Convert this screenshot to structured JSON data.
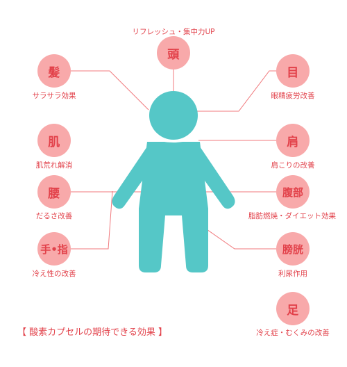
{
  "colors": {
    "body": "#55c7c7",
    "badge": "#f8a9aa",
    "accent": "#e2414a",
    "line": "#f0787c"
  },
  "parts": {
    "head": {
      "badge": "頭",
      "effect": "リフレッシュ・集中力UP"
    },
    "hair": {
      "badge": "髪",
      "effect": "サラサラ効果"
    },
    "eyes": {
      "badge": "目",
      "effect": "眼精疲労改善"
    },
    "skin": {
      "badge": "肌",
      "effect": "肌荒れ解消"
    },
    "shoulder": {
      "badge": "肩",
      "effect": "肩こりの改善"
    },
    "waist": {
      "badge": "腰",
      "effect": "だるさ改善"
    },
    "abdomen": {
      "badge": "腹部",
      "effect": "脂肪燃焼・ダイエット効果"
    },
    "hands": {
      "badge": "手•指",
      "effect": "冷え性の改善"
    },
    "bladder": {
      "badge": "膀胱",
      "effect": "利尿作用"
    },
    "feet": {
      "badge": "足",
      "effect": "冷え症・むくみの改善"
    }
  },
  "caption": "【 酸素カプセルの期待できる効果 】"
}
